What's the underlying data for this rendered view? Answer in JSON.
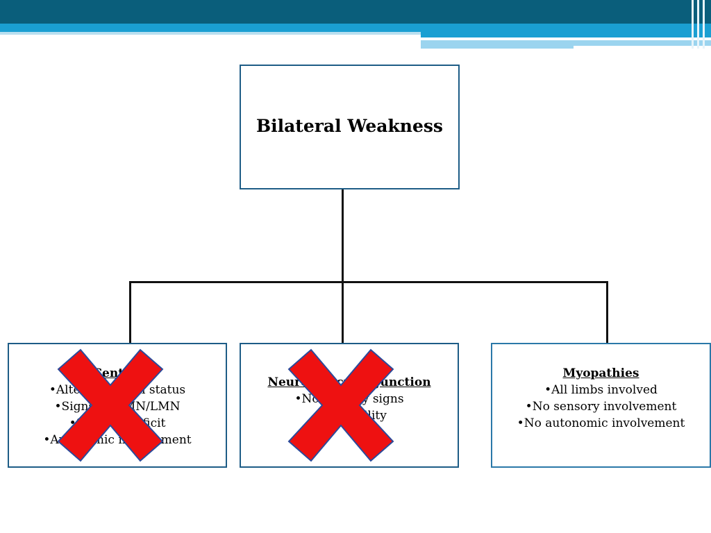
{
  "top": {
    "title": "Bilateral Weakness"
  },
  "left_box": {
    "heading": "Central",
    "items": [
      "•Altered mental status",
      "•Signs of UMN/LMN",
      "•Sensory deficit",
      "•Autonomic involvement"
    ]
  },
  "center_box": {
    "heading": "Neuromuscular Junction",
    "items": [
      "•No sensory signs",
      "•Fatigability"
    ]
  },
  "right_box": {
    "heading": "Myopathies",
    "items": [
      "•All limbs involved",
      "•No sensory involvement",
      "•No autonomic involvement"
    ]
  },
  "marks": {
    "cross_color": "#ee1111",
    "cross_outline": "#2b4a9a"
  }
}
